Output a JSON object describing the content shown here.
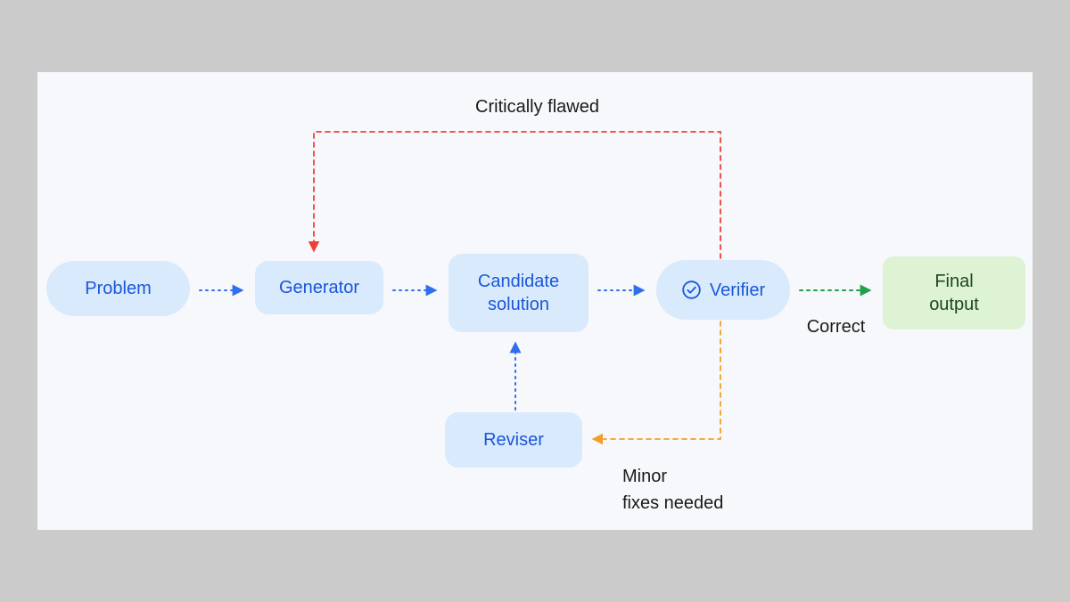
{
  "nodes": {
    "problem": {
      "label": "Problem"
    },
    "generator": {
      "label": "Generator"
    },
    "candidate_solution": {
      "label": "Candidate solution"
    },
    "verifier": {
      "label": "Verifier"
    },
    "final_output": {
      "label": "Final output"
    },
    "reviser": {
      "label": "Reviser"
    }
  },
  "edges": {
    "critically_flawed_label": "Critically flawed",
    "correct_label": "Correct",
    "minor_fixes_label": "Minor\nfixes needed"
  },
  "icons": {
    "verifier_icon": "check-circle-icon"
  },
  "colors": {
    "node_blue_bg": "#d9eafd",
    "node_blue_text": "#1a56db",
    "node_green_bg": "#ddf3d3",
    "node_green_text": "#1d4620",
    "arrow_blue": "#2f6fed",
    "arrow_green": "#21a04b",
    "arrow_red": "#ee4037",
    "arrow_orange": "#f0a02a",
    "label_text": "#1a1a1a",
    "page_bg": "#cbcbcb",
    "panel_bg": "#f7f8fc"
  }
}
